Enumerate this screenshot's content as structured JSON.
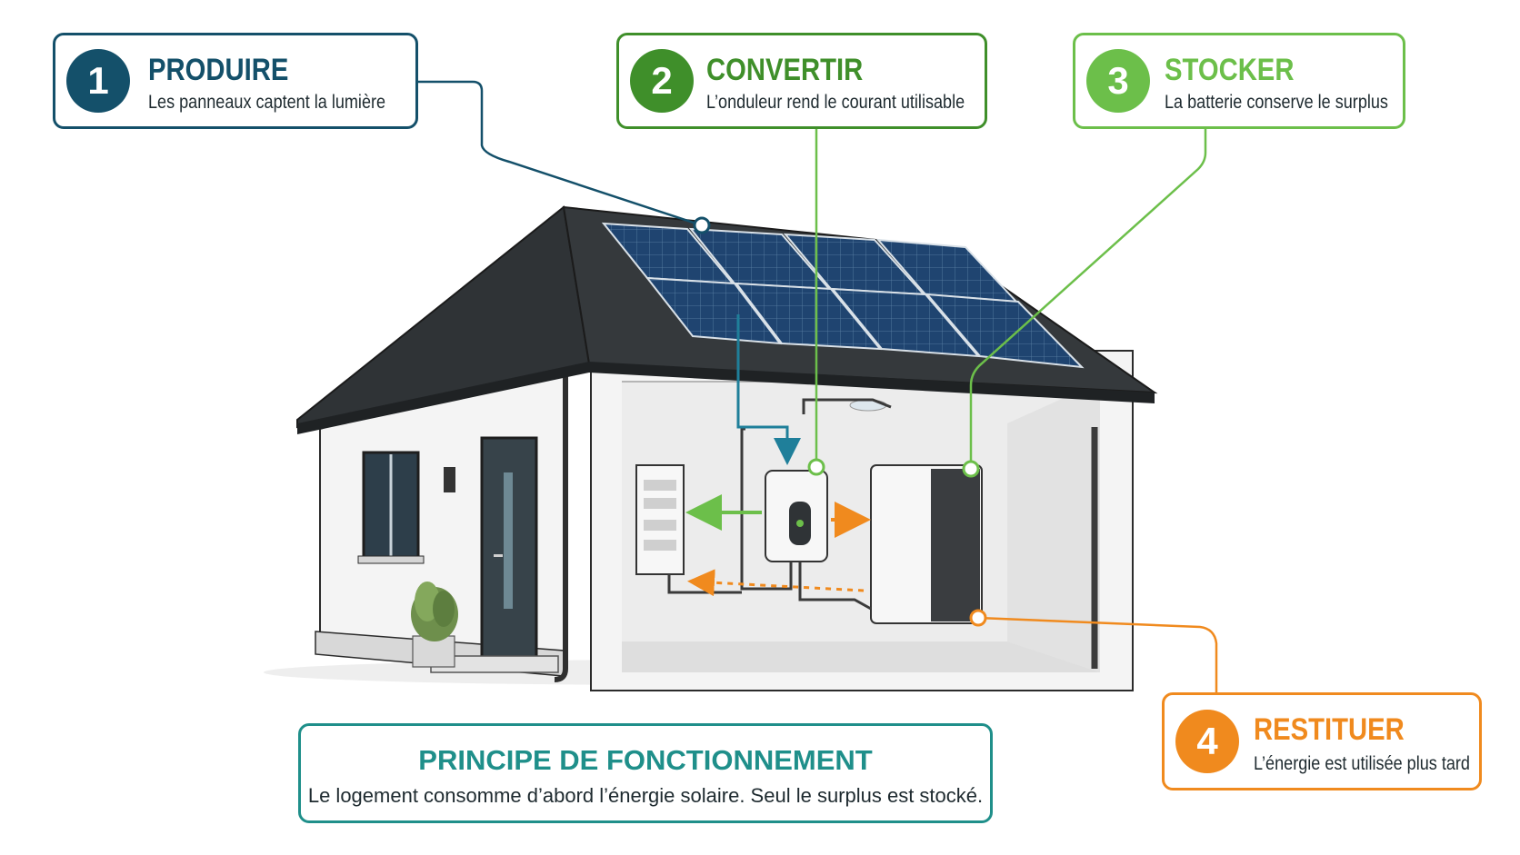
{
  "colors": {
    "step1": "#14506a",
    "step2": "#3f8f2a",
    "step3": "#6cbf4a",
    "step4": "#f08a1e",
    "summary": "#1f8f8a",
    "roof": "#2f3336",
    "panel": "#1d3f63",
    "wall": "#f3f3f3"
  },
  "steps": [
    {
      "number": "1",
      "title": "PRODUIRE",
      "description": "Les panneaux captent la lumière"
    },
    {
      "number": "2",
      "title": "CONVERTIR",
      "description": "L’onduleur rend le courant utilisable"
    },
    {
      "number": "3",
      "title": "STOCKER",
      "description": "La batterie conserve le surplus"
    },
    {
      "number": "4",
      "title": "RESTITUER",
      "description": "L’énergie est utilisée plus tard"
    }
  ],
  "summary": {
    "title": "PRINCIPE DE FONCTIONNEMENT",
    "text": "Le logement consomme d’abord l’énergie solaire. Seul le surplus est stocké."
  }
}
